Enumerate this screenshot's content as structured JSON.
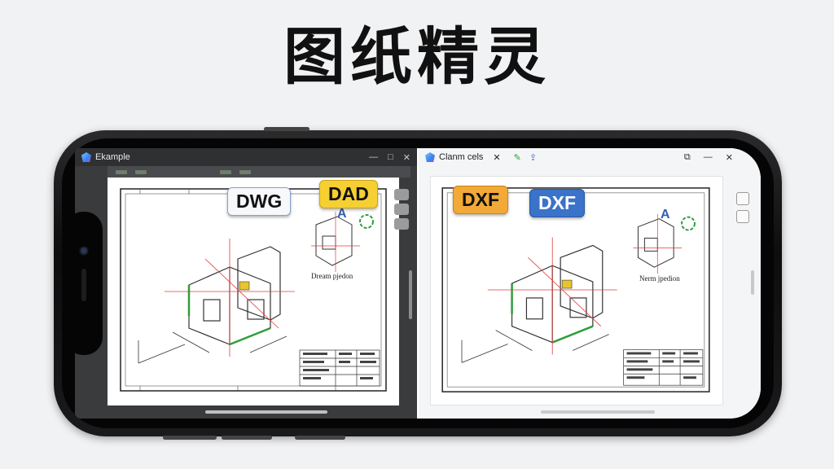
{
  "headline": "图纸精灵",
  "left_window": {
    "title": "Ekample",
    "controls": [
      "—",
      "□",
      "✕"
    ],
    "projection_label": "Dream pjedon",
    "view_letter": "A"
  },
  "right_window": {
    "title": "Clanm cels",
    "close": "✕",
    "controls": [
      "⧉",
      "—",
      "✕"
    ],
    "projection_label": "Nerm jpedion",
    "view_letter": "A"
  },
  "badges": {
    "dwg": "DWG",
    "dad": "DAD",
    "dxf_orange": "DXF",
    "dxf_blue": "DXF"
  },
  "colors": {
    "badge_dad": "#f6cf33",
    "badge_dxf_orange": "#f2a938",
    "badge_dxf_blue": "#3a73c9",
    "drawing_red": "#e23b3b",
    "drawing_green": "#2e9e3a"
  }
}
